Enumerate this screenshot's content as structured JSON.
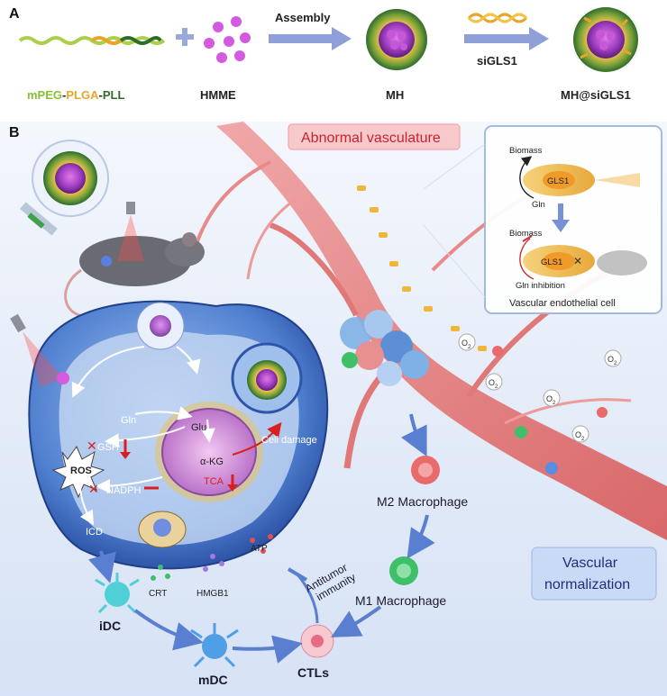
{
  "panel_a": {
    "letter": "A",
    "polymer": {
      "part1": "mPEG",
      "sep1": "-",
      "part2": "PLGA",
      "sep2": "-",
      "part3": "PLL"
    },
    "hmme": "HMME",
    "assembly": "Assembly",
    "mh": "MH",
    "sigls1": "siGLS1",
    "mh_sigls1": "MH@siGLS1"
  },
  "panel_b": {
    "letter": "B",
    "abnormal_vasculature": "Abnormal vasculature",
    "inset": {
      "biomass_top": "Biomass",
      "gls1_top": "GLS1",
      "gln_top": "Gln",
      "biomass_bottom": "Biomass",
      "gls1_bottom": "GLS1",
      "gln_inhibition": "Gln inhibition",
      "caption": "Vascular endothelial cell"
    },
    "o2": "O",
    "o2_sub": "2",
    "cell": {
      "gln": "Gln",
      "glu": "Glu",
      "gsh": "GSH",
      "ros": "ROS",
      "nadph": "NADPH",
      "akg": "α-KG",
      "tca": "TCA",
      "cell_damage": "Cell damage",
      "icd": "ICD",
      "atp": "ATP",
      "crt": "CRT",
      "hmgb1": "HMGB1"
    },
    "immune": {
      "m2": "M2 Macrophage",
      "m1": "M1 Macrophage",
      "idc": "iDC",
      "mdc": "mDC",
      "ctls": "CTLs",
      "antitumor_line1": "Antitumor",
      "antitumor_line2": "immunity"
    },
    "vascular_normalization_line1": "Vascular",
    "vascular_normalization_line2": "normalization"
  }
}
